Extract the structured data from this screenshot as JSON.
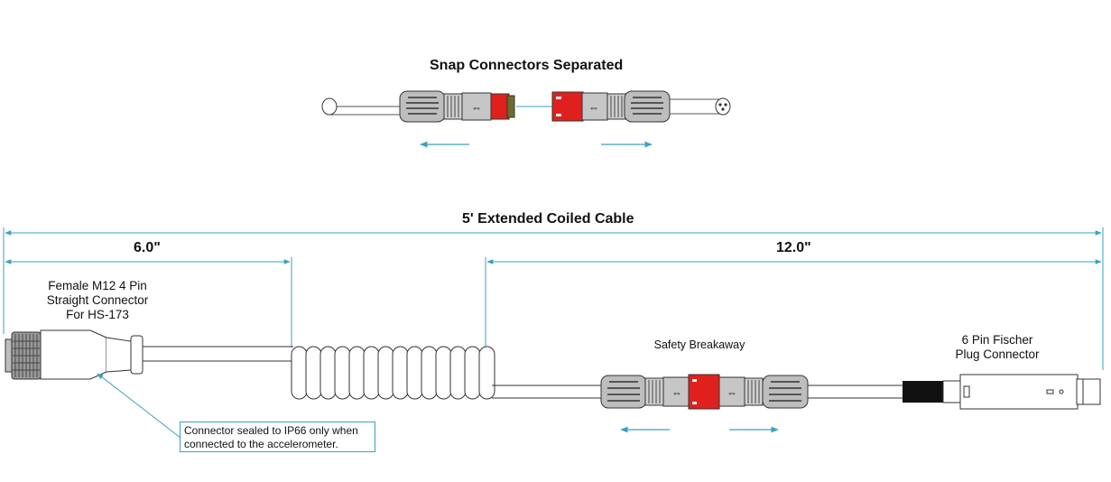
{
  "top": {
    "title": "Snap Connectors Separated"
  },
  "main": {
    "title": "5' Extended Coiled Cable",
    "dim_left": "6.0\"",
    "dim_right": "12.0\""
  },
  "labels": {
    "female_connector": [
      "Female M12 4 Pin",
      "Straight Connector",
      "For HS-173"
    ],
    "safety_breakaway": "Safety Breakaway",
    "fischer": [
      "6 Pin Fischer",
      "Plug Connector"
    ]
  },
  "note": {
    "lines": [
      "Connector sealed to IP66 only when",
      "connected to the accelerometer."
    ]
  },
  "colors": {
    "dimension_line": "#3aa0c4",
    "connector_gray": "#c8c8c8",
    "breakaway_red": "#e0201c"
  }
}
